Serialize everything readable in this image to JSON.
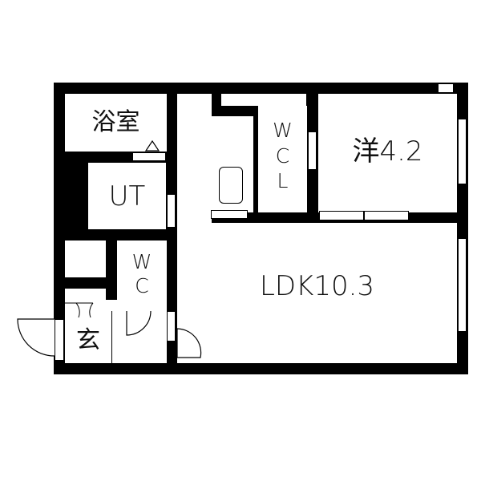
{
  "plan": {
    "rooms": [
      {
        "id": "bath",
        "label": "浴室"
      },
      {
        "id": "ut",
        "label": "UT"
      },
      {
        "id": "wcl",
        "label_lines": [
          "W",
          "C",
          "L"
        ]
      },
      {
        "id": "western",
        "label": "洋4.2"
      },
      {
        "id": "wc",
        "label_lines": [
          "W",
          "C"
        ]
      },
      {
        "id": "entrance",
        "label": "玄"
      },
      {
        "id": "ldk",
        "label": "LDK10.3"
      }
    ]
  }
}
